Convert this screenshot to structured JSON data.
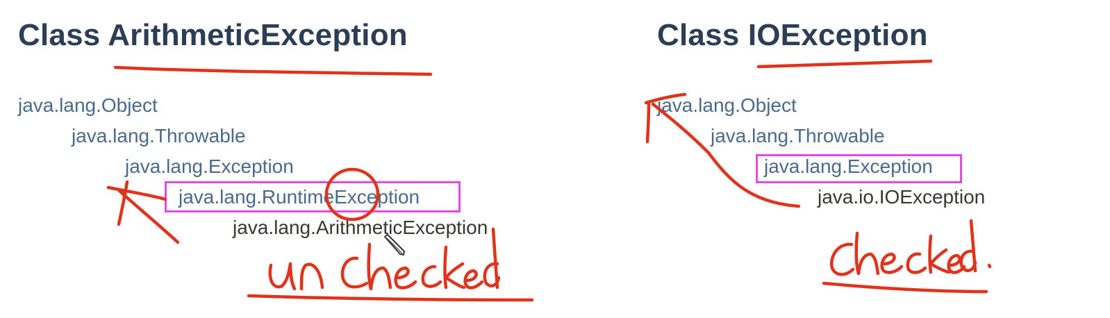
{
  "left": {
    "title": "Class ArithmeticException",
    "hierarchy": [
      "java.lang.Object",
      "java.lang.Throwable",
      "java.lang.Exception",
      "java.lang.RuntimeException",
      "java.lang.ArithmeticException"
    ]
  },
  "right": {
    "title": "Class IOException",
    "hierarchy": [
      "java.lang.Object",
      "java.lang.Throwable",
      "java.lang.Exception",
      "java.io.IOException"
    ]
  },
  "annotations": {
    "color": "#e1331c",
    "highlight_color": "#e14ae4",
    "left_label": "unchecked",
    "right_label": "checked."
  }
}
